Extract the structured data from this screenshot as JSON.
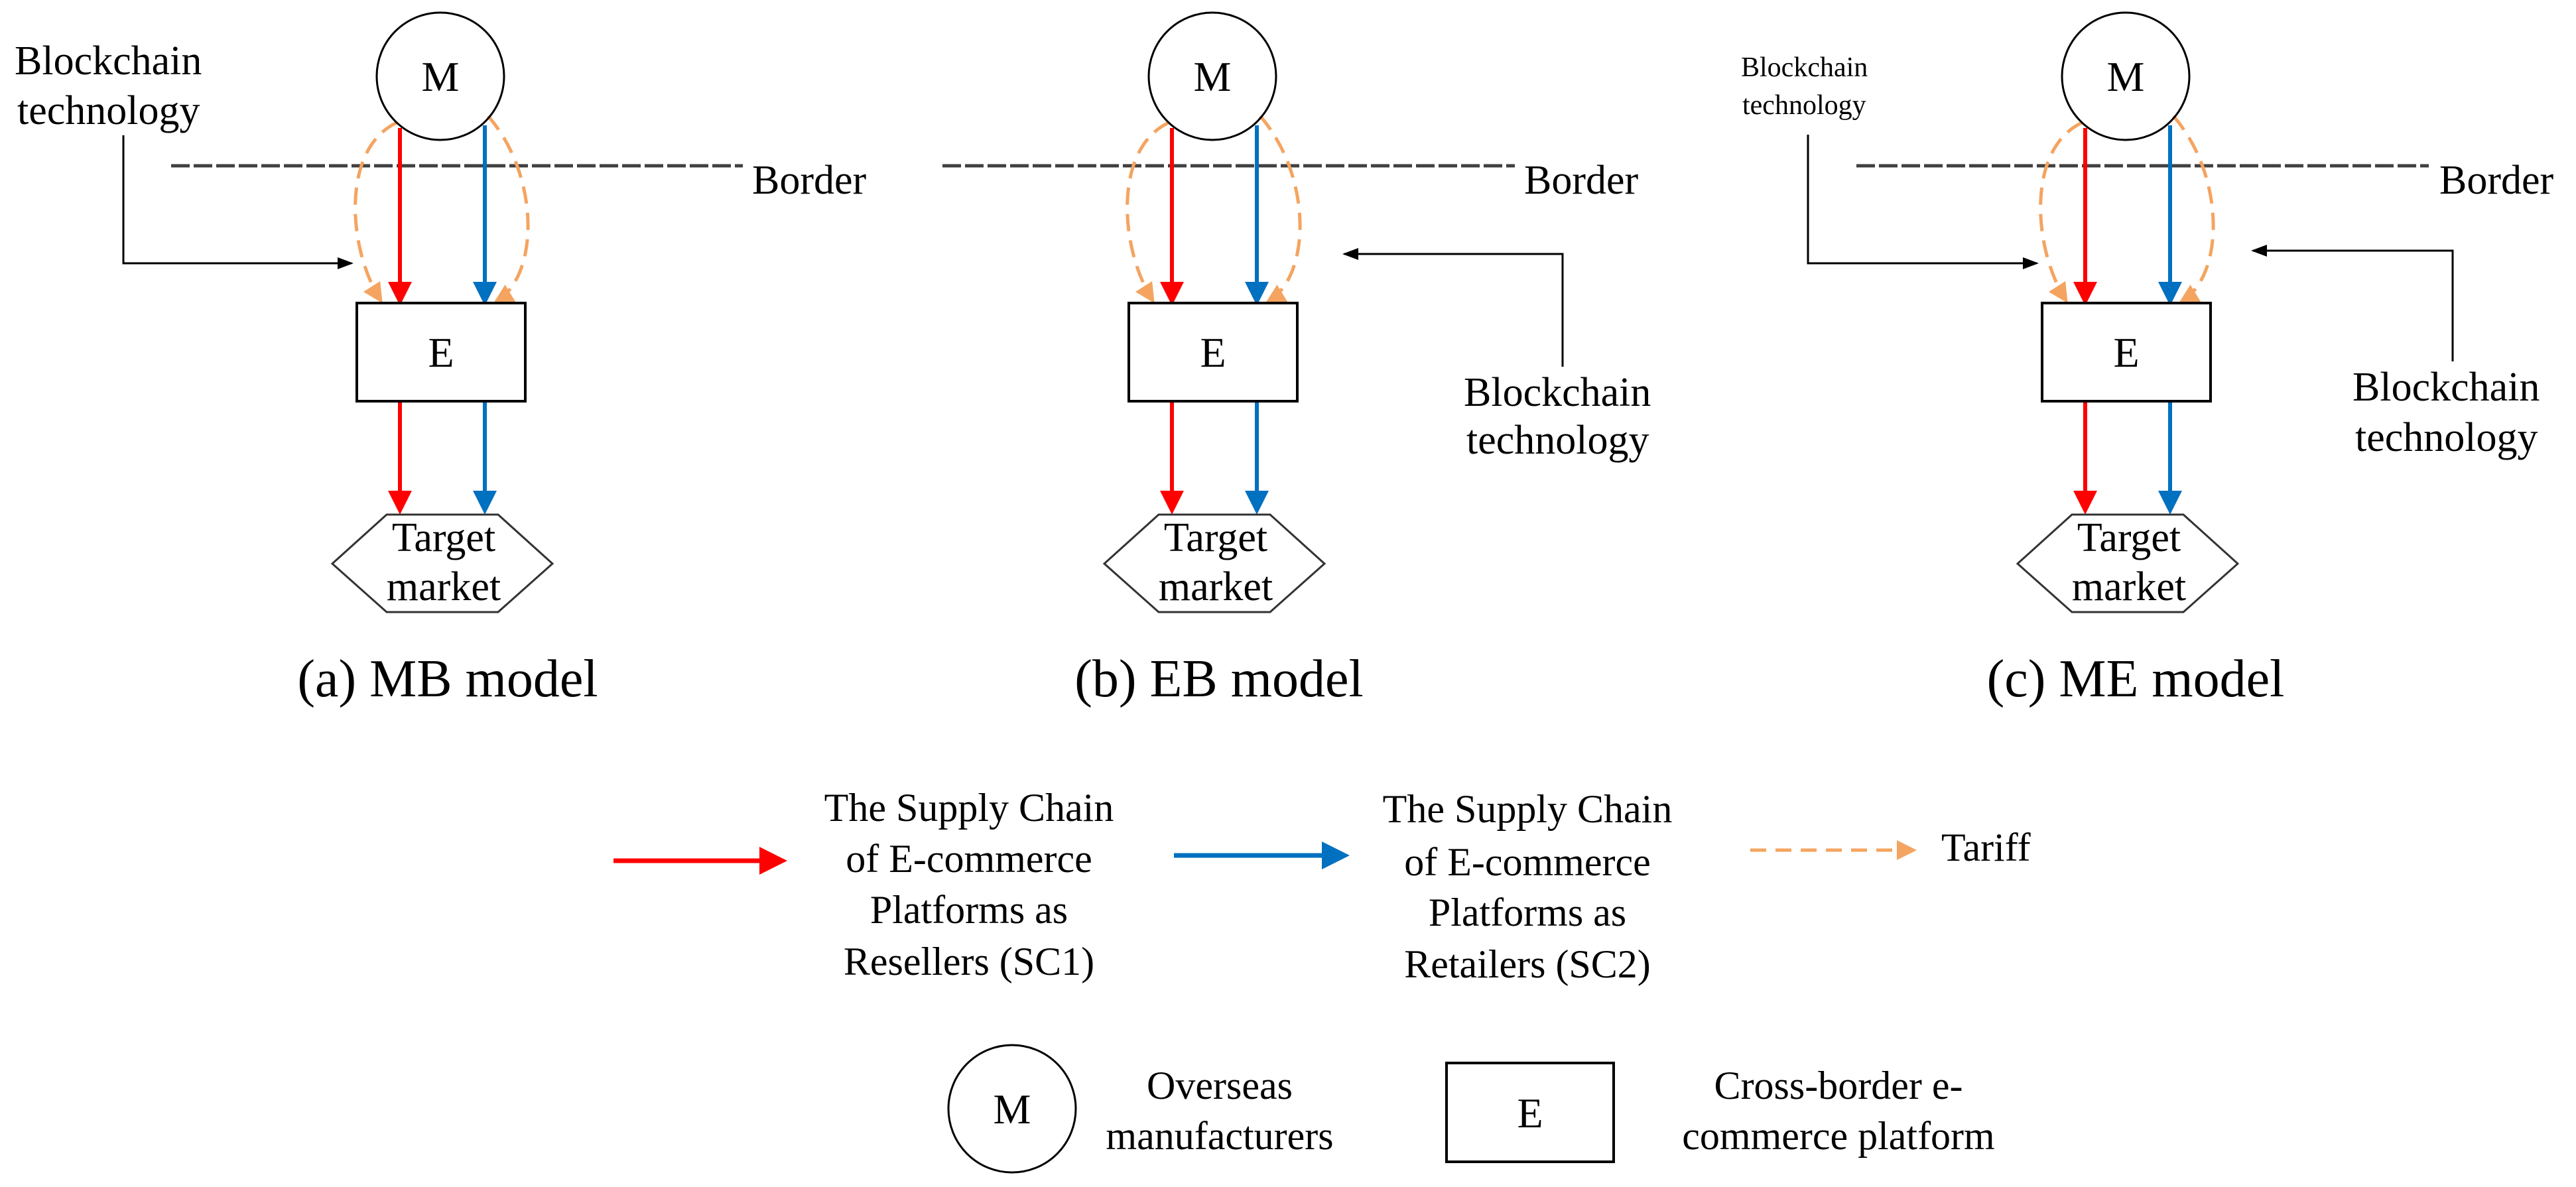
{
  "figure": {
    "colors": {
      "sc1": "#FF0000",
      "sc2": "#0070C0",
      "tariff": "#F4A460",
      "border_line": "#404040",
      "stroke": "#000000"
    },
    "panels": [
      {
        "id": "a",
        "caption": "(a) MB model",
        "manufacturer_label": "M",
        "platform_label": "E",
        "market_label_line1": "Target",
        "market_label_line2": "market",
        "border_label": "Border",
        "blockchain_left": {
          "line1": "Blockchain",
          "line2": "technology"
        },
        "blockchain_right": null
      },
      {
        "id": "b",
        "caption": "(b) EB model",
        "manufacturer_label": "M",
        "platform_label": "E",
        "market_label_line1": "Target",
        "market_label_line2": "market",
        "border_label": "Border",
        "blockchain_left": null,
        "blockchain_right": {
          "line1": "Blockchain",
          "line2": "technology"
        }
      },
      {
        "id": "c",
        "caption": "(c) ME model",
        "manufacturer_label": "M",
        "platform_label": "E",
        "market_label_line1": "Target",
        "market_label_line2": "market",
        "border_label": "Border",
        "blockchain_left": {
          "line1": "Blockchain",
          "line2": "technology"
        },
        "blockchain_right": {
          "line1": "Blockchain",
          "line2": "technology"
        }
      }
    ],
    "legend": {
      "sc1": {
        "lines": [
          "The Supply Chain",
          "of E-commerce",
          "Platforms as",
          "Resellers (SC1)"
        ]
      },
      "sc2": {
        "lines": [
          "The Supply Chain",
          "of E-commerce",
          "Platforms as",
          "Retailers (SC2)"
        ]
      },
      "tariff": {
        "label": "Tariff"
      },
      "manufacturer": {
        "symbol": "M",
        "lines": [
          "Overseas",
          "manufacturers"
        ]
      },
      "platform": {
        "symbol": "E",
        "lines": [
          "Cross-border e-",
          "commerce platform"
        ]
      }
    }
  }
}
